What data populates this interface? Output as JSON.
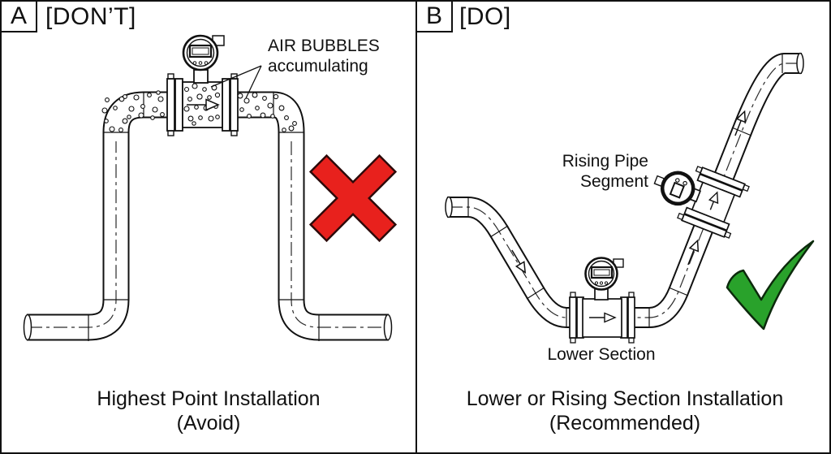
{
  "figure": {
    "panels": [
      {
        "tag": "A",
        "mode": "[DON’T]",
        "caption_line1": "Highest Point Installation",
        "caption_line2": "(Avoid)",
        "label_air_line1": "AIR BUBBLES",
        "label_air_line2": "accumulating",
        "verdict_icon": "red-x"
      },
      {
        "tag": "B",
        "mode": "[DO]",
        "caption_line1": "Lower or Rising Section Installation",
        "caption_line2": "(Recommended)",
        "label_rising_line1": "Rising Pipe",
        "label_rising_line2": "Segment",
        "label_lower": "Lower Section",
        "verdict_icon": "green-check"
      }
    ],
    "colors": {
      "cross_red": "#e8211d",
      "check_green": "#29a22b",
      "ink": "#111111",
      "background": "#ffffff"
    }
  }
}
